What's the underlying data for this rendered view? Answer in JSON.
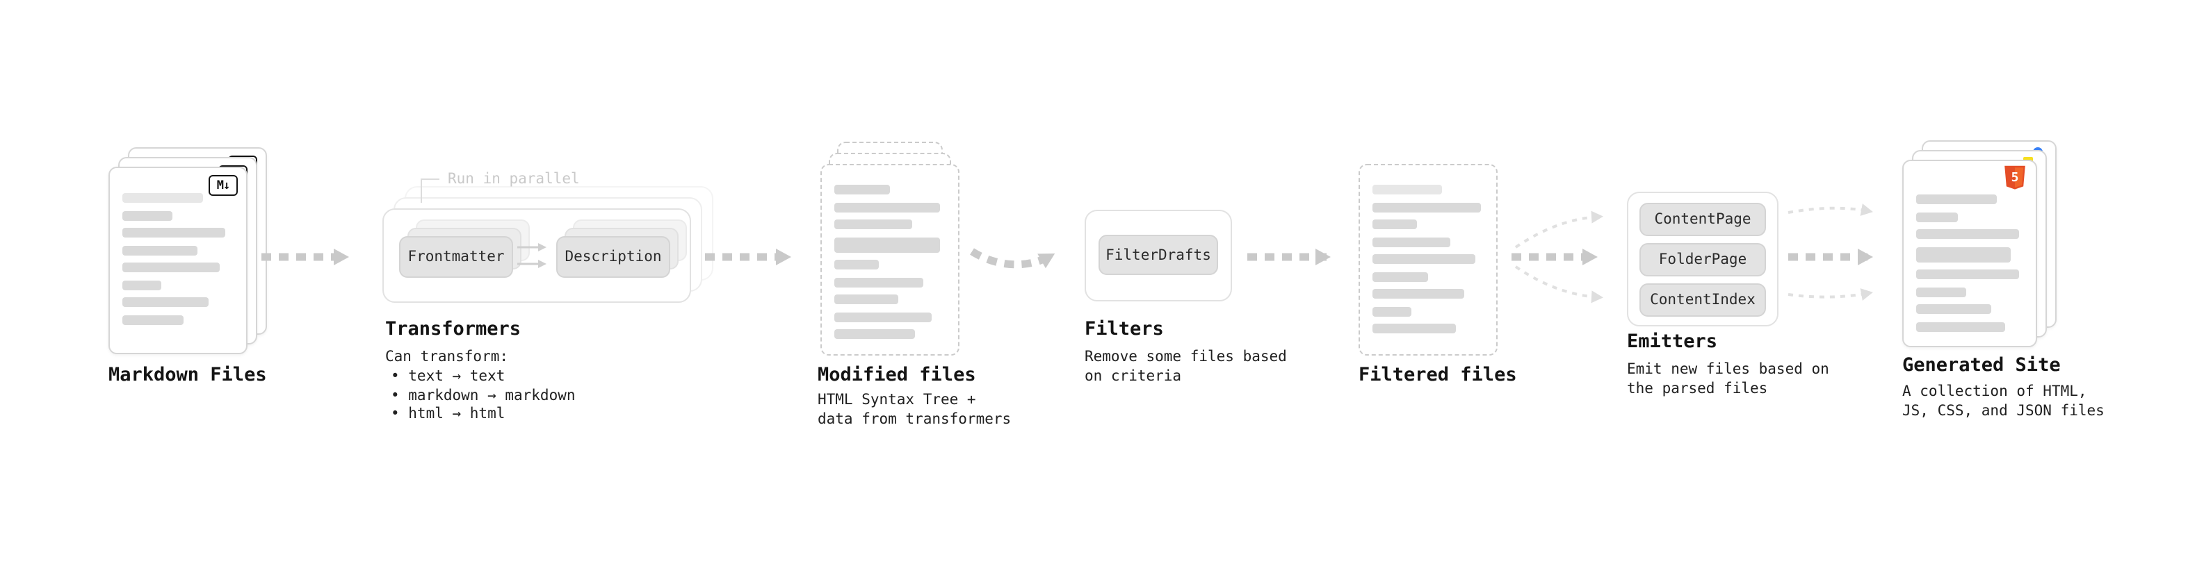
{
  "diagram": {
    "markdown_files": {
      "label": "Markdown Files",
      "badge": "M↓"
    },
    "transformers": {
      "label": "Transformers",
      "parallel_note": "Run in parallel",
      "boxes": [
        "Frontmatter",
        "Description"
      ],
      "caption_title": "Can transform:",
      "bullets": [
        "• text → text",
        "• markdown → markdown",
        "• html → html"
      ]
    },
    "modified_files": {
      "label": "Modified files",
      "caption": "HTML Syntax Tree +\ndata from transformers"
    },
    "filters": {
      "label": "Filters",
      "boxes": [
        "FilterDrafts"
      ],
      "caption": "Remove some files based\non criteria"
    },
    "filtered_files": {
      "label": "Filtered files"
    },
    "emitters": {
      "label": "Emitters",
      "boxes": [
        "ContentPage",
        "FolderPage",
        "ContentIndex"
      ],
      "caption": "Emit new files based on\nthe parsed files"
    },
    "generated_site": {
      "label": "Generated Site",
      "caption": "A collection of HTML,\nJS, CSS, and JSON files"
    },
    "icons": {
      "html5_label": "5"
    },
    "colors": {
      "arrow_thick": "#c9c9c9",
      "arrow_thin": "#e0e0e0",
      "html5_orange": "#e44d26",
      "js_yellow": "#f7df1e",
      "css_blue": "#3b82f6"
    }
  }
}
